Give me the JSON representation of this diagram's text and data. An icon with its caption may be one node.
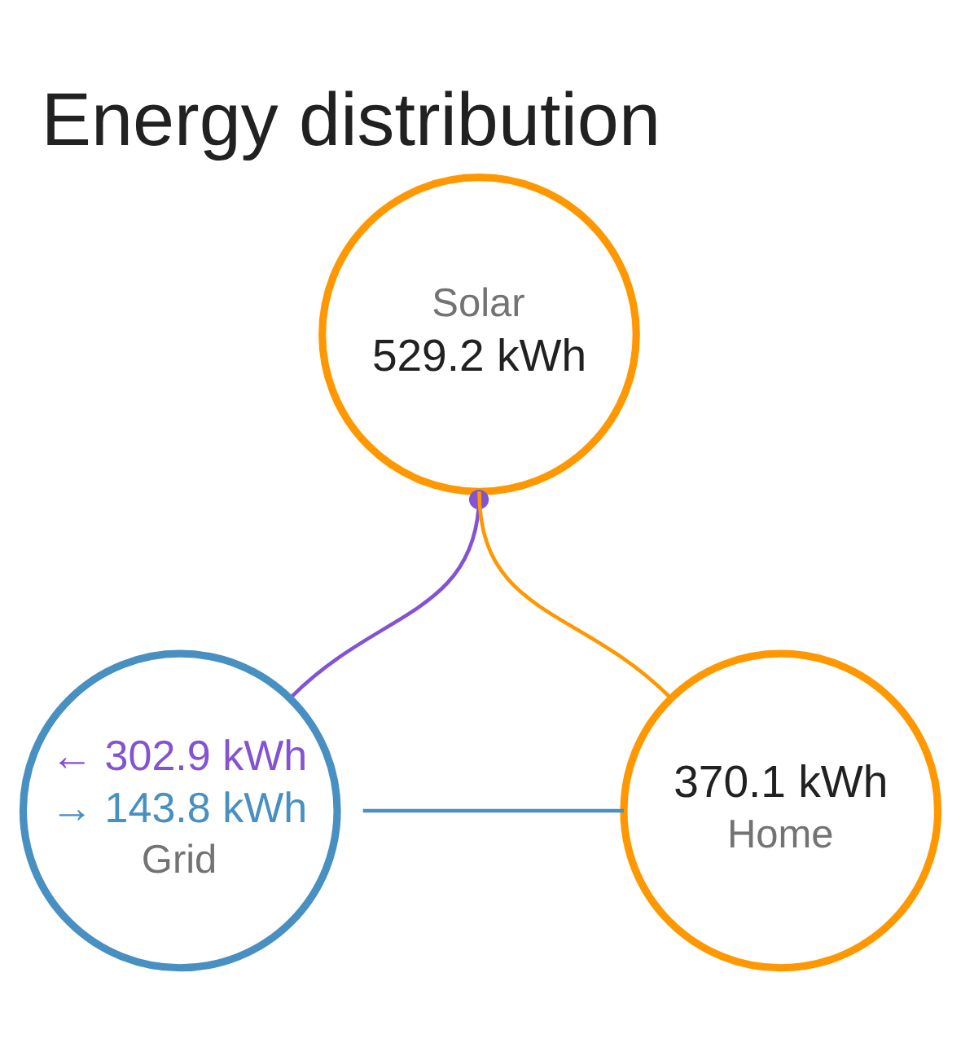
{
  "diagram": {
    "title": "Energy distribution",
    "nodes": [
      {
        "text": [
          "Solar",
          "529.2 kWh"
        ]
      },
      {
        "text": [
          "← 302.9 kWh",
          "→ 143.8 kWh",
          "Grid"
        ]
      },
      {
        "text": [
          "370.1 kWh",
          "Home"
        ]
      }
    ],
    "edges": [
      {
        "from": 0,
        "to": 1,
        "arrow": "other",
        "color": "#8353d1"
      },
      {
        "from": 0,
        "to": 2,
        "arrow": "none",
        "color": "#ff9800"
      },
      {
        "from": 1,
        "to": 2,
        "arrow": "none",
        "color": "#488fc2"
      }
    ]
  }
}
